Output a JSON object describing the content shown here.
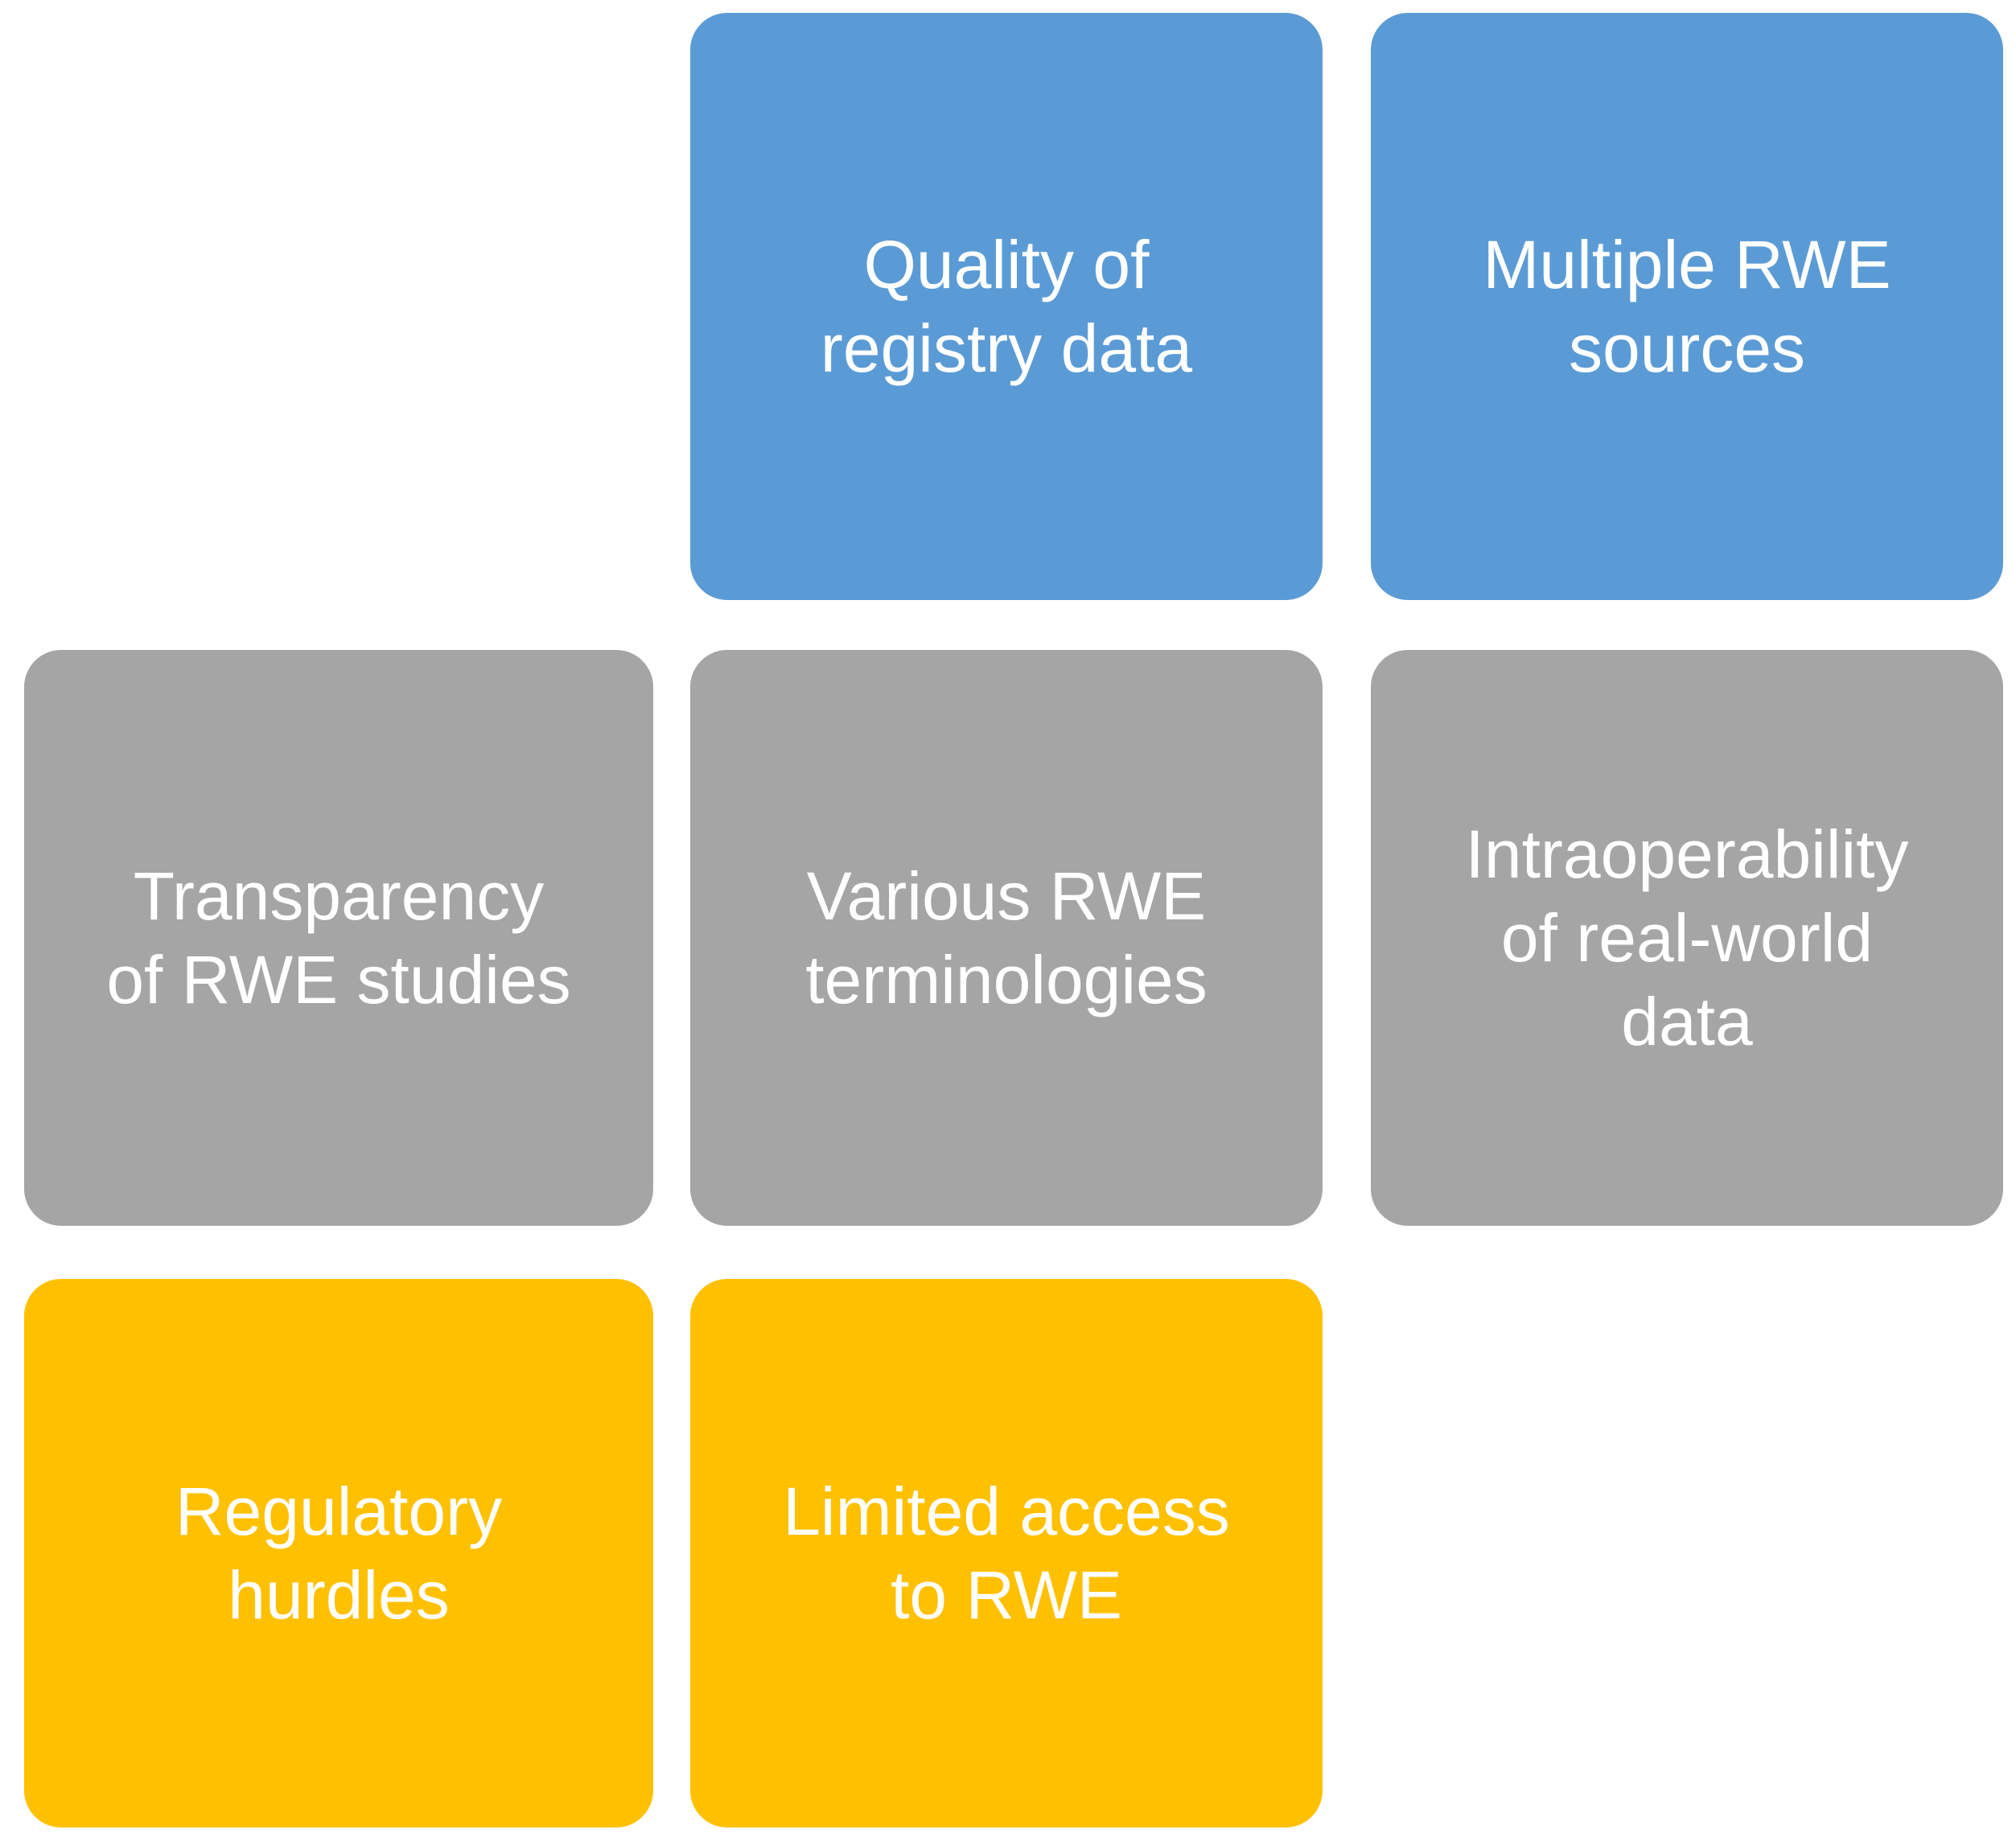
{
  "palette": {
    "blue": "#5B9BD5",
    "gray": "#A5A5A5",
    "yellow": "#FFC000",
    "text": "#FFFFFF",
    "background": "#FFFFFF"
  },
  "diagram": {
    "description": "Grid of rounded rectangles listing RWE challenges",
    "boxes": [
      {
        "id": "quality-of-registry-data",
        "color": "blue",
        "row": 1,
        "col": 2,
        "label": "Quality of\nregistry data"
      },
      {
        "id": "multiple-rwe-sources",
        "color": "blue",
        "row": 1,
        "col": 3,
        "label": "Multiple RWE\nsources"
      },
      {
        "id": "transparency-of-rwe-studies",
        "color": "gray",
        "row": 2,
        "col": 1,
        "label": "Transparency\nof RWE studies"
      },
      {
        "id": "various-rwe-terminologies",
        "color": "gray",
        "row": 2,
        "col": 2,
        "label": "Various RWE\nterminologies"
      },
      {
        "id": "intraoperability-of-real-world-data",
        "color": "gray",
        "row": 2,
        "col": 3,
        "label": "Intraoperability\nof real-world\ndata"
      },
      {
        "id": "regulatory-hurdles",
        "color": "yellow",
        "row": 3,
        "col": 1,
        "label": "Regulatory\nhurdles"
      },
      {
        "id": "limited-access-to-rwe",
        "color": "yellow",
        "row": 3,
        "col": 2,
        "label": "Limited access\nto RWE"
      }
    ]
  }
}
